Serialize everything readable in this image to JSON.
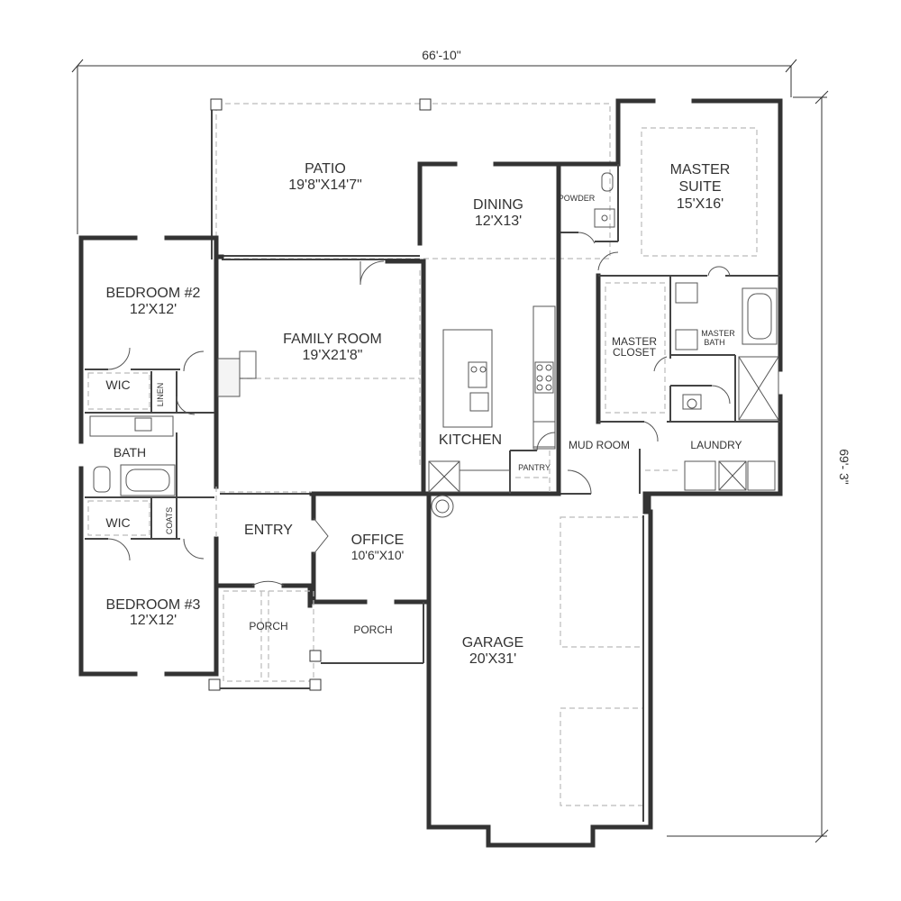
{
  "dimensions": {
    "width": "66'-10\"",
    "depth": "69'- 3\""
  },
  "rooms": {
    "patio": {
      "name": "PATIO",
      "size": "19'8\"X14'7\""
    },
    "dining": {
      "name": "DINING",
      "size": "12'X13'"
    },
    "powder": {
      "name": "POWDER"
    },
    "master_suite": {
      "name_line1": "MASTER",
      "name_line2": "SUITE",
      "size": "15'X16'"
    },
    "bedroom2": {
      "name": "BEDROOM #2",
      "size": "12'X12'"
    },
    "family_room": {
      "name": "FAMILY ROOM",
      "size": "19'X21'8\""
    },
    "master_closet": {
      "name_line1": "MASTER",
      "name_line2": "CLOSET"
    },
    "master_bath": {
      "name_line1": "MASTER",
      "name_line2": "BATH"
    },
    "wic_upper": {
      "name": "WIC"
    },
    "linen": {
      "name": "LINEN"
    },
    "kitchen": {
      "name": "KITCHEN"
    },
    "bath": {
      "name": "BATH"
    },
    "pantry": {
      "name": "PANTRY"
    },
    "mud_room": {
      "name": "MUD ROOM"
    },
    "laundry": {
      "name": "LAUNDRY"
    },
    "wic_lower": {
      "name": "WIC"
    },
    "coats": {
      "name": "COATS"
    },
    "entry": {
      "name": "ENTRY"
    },
    "office": {
      "name": "OFFICE",
      "size": "10'6\"X10'"
    },
    "bedroom3": {
      "name": "BEDROOM #3",
      "size": "12'X12'"
    },
    "porch_front": {
      "name": "PORCH"
    },
    "porch_side": {
      "name": "PORCH"
    },
    "garage": {
      "name": "GARAGE",
      "size": "20'X31'"
    }
  }
}
